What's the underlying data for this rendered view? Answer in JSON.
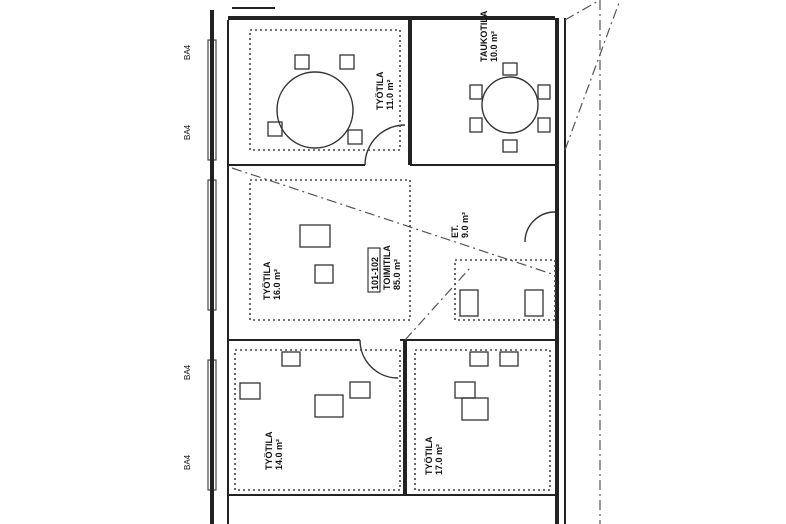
{
  "plan": {
    "unit_id": "101-102",
    "rooms": [
      {
        "name": "TYÖTILA",
        "area": "11.0 m²"
      },
      {
        "name": "TAUKOTILA",
        "area": "10.0 m²"
      },
      {
        "name": "TOIMITILA",
        "area": "85.0 m²"
      },
      {
        "name": "TYÖTILA",
        "area": "16.0 m²"
      },
      {
        "name": "ET.",
        "area": "9.0 m²"
      },
      {
        "name": "TYÖTILA",
        "area": "14.0 m²"
      },
      {
        "name": "TYÖTILA",
        "area": "17.0 m²"
      }
    ],
    "grid_label": "BA4"
  }
}
